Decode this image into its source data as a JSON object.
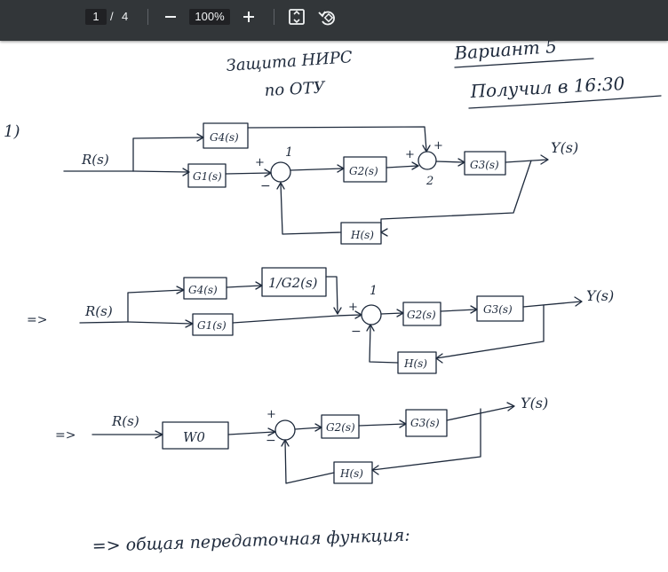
{
  "toolbar": {
    "page_current": "1",
    "page_separator": "/",
    "page_total": "4",
    "zoom": "100%",
    "icons": [
      "minus-icon",
      "plus-icon",
      "fit-to-page-icon",
      "rotate-icon"
    ]
  },
  "document": {
    "header": {
      "title_line1": "Защита НИРС",
      "title_line2": "по ОТУ",
      "variant": "Вариант 5",
      "received": "Получил в 16:30"
    },
    "problem_number": "1)",
    "diagram1": {
      "input": "R(s)",
      "output": "Y(s)",
      "blocks": [
        "G4(s)",
        "G1(s)",
        "G2(s)",
        "G3(s)",
        "H(s)"
      ],
      "sum1_label": "1",
      "sum2_label": "2",
      "sign_plus": "+",
      "sign_minus": "−"
    },
    "diagram2": {
      "arrow": "=>",
      "input": "R(s)",
      "output": "Y(s)",
      "blocks": [
        "G4(s)",
        "1/G2(s)",
        "G1(s)",
        "G2(s)",
        "G3(s)",
        "H(s)"
      ],
      "sum_label": "1",
      "sign_plus": "+",
      "sign_minus": "−"
    },
    "diagram3": {
      "arrow": "=>",
      "input": "R(s)",
      "output": "Y(s)",
      "blocks": [
        "W0",
        "G2(s)",
        "G3(s)",
        "H(s)"
      ],
      "sign_plus": "+",
      "sign_minus": "−"
    },
    "footer_note": "=> общая передаточная функция:"
  }
}
